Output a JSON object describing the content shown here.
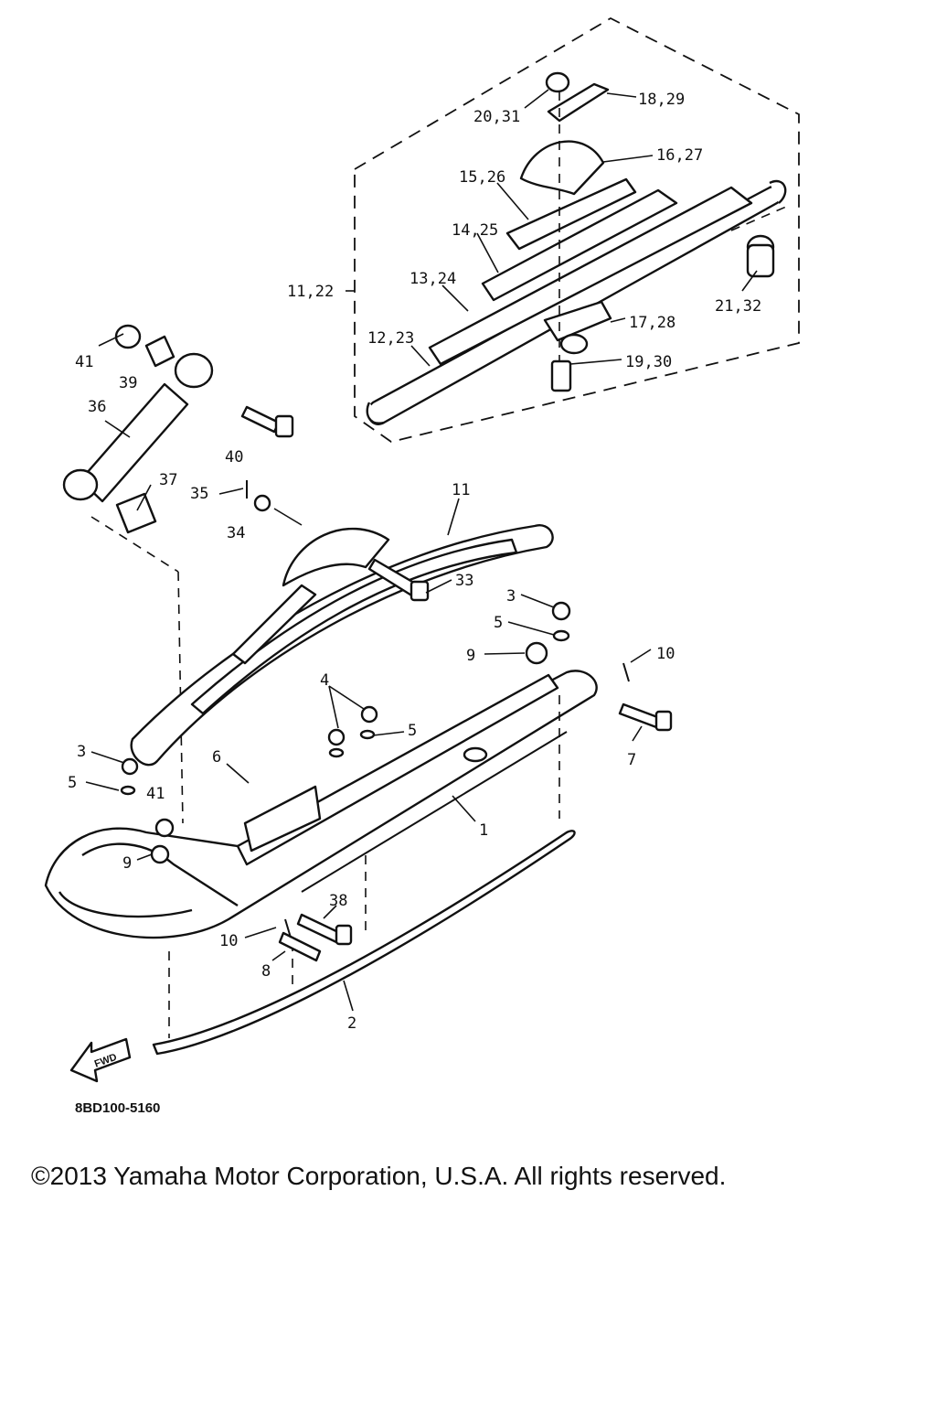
{
  "callouts": [
    {
      "id": "20-31",
      "text": "20,31"
    },
    {
      "id": "18-29",
      "text": "18,29"
    },
    {
      "id": "16-27",
      "text": "16,27"
    },
    {
      "id": "15-26",
      "text": "15,26"
    },
    {
      "id": "14-25",
      "text": "14,25"
    },
    {
      "id": "13-24",
      "text": "13,24"
    },
    {
      "id": "11-22",
      "text": "11,22"
    },
    {
      "id": "12-23",
      "text": "12,23"
    },
    {
      "id": "17-28",
      "text": "17,28"
    },
    {
      "id": "21-32",
      "text": "21,32"
    },
    {
      "id": "19-30",
      "text": "19,30"
    },
    {
      "id": "41-top",
      "text": "41"
    },
    {
      "id": "39",
      "text": "39"
    },
    {
      "id": "36",
      "text": "36"
    },
    {
      "id": "40",
      "text": "40"
    },
    {
      "id": "37",
      "text": "37"
    },
    {
      "id": "35",
      "text": "35"
    },
    {
      "id": "34",
      "text": "34"
    },
    {
      "id": "11",
      "text": "11"
    },
    {
      "id": "33",
      "text": "33"
    },
    {
      "id": "3-right",
      "text": "3"
    },
    {
      "id": "5-right",
      "text": "5"
    },
    {
      "id": "9-right",
      "text": "9"
    },
    {
      "id": "10-right",
      "text": "10"
    },
    {
      "id": "4",
      "text": "4"
    },
    {
      "id": "5-mid",
      "text": "5"
    },
    {
      "id": "7",
      "text": "7"
    },
    {
      "id": "3-left",
      "text": "3"
    },
    {
      "id": "6",
      "text": "6"
    },
    {
      "id": "5-left",
      "text": "5"
    },
    {
      "id": "41-low",
      "text": "41"
    },
    {
      "id": "1",
      "text": "1"
    },
    {
      "id": "9-left",
      "text": "9"
    },
    {
      "id": "38",
      "text": "38"
    },
    {
      "id": "10-left",
      "text": "10"
    },
    {
      "id": "8",
      "text": "8"
    },
    {
      "id": "2",
      "text": "2"
    }
  ],
  "fwd_label": "FWD",
  "diagram_code": "8BD100-5160",
  "copyright": "©2013 Yamaha Motor Corporation, U.S.A. All rights reserved."
}
